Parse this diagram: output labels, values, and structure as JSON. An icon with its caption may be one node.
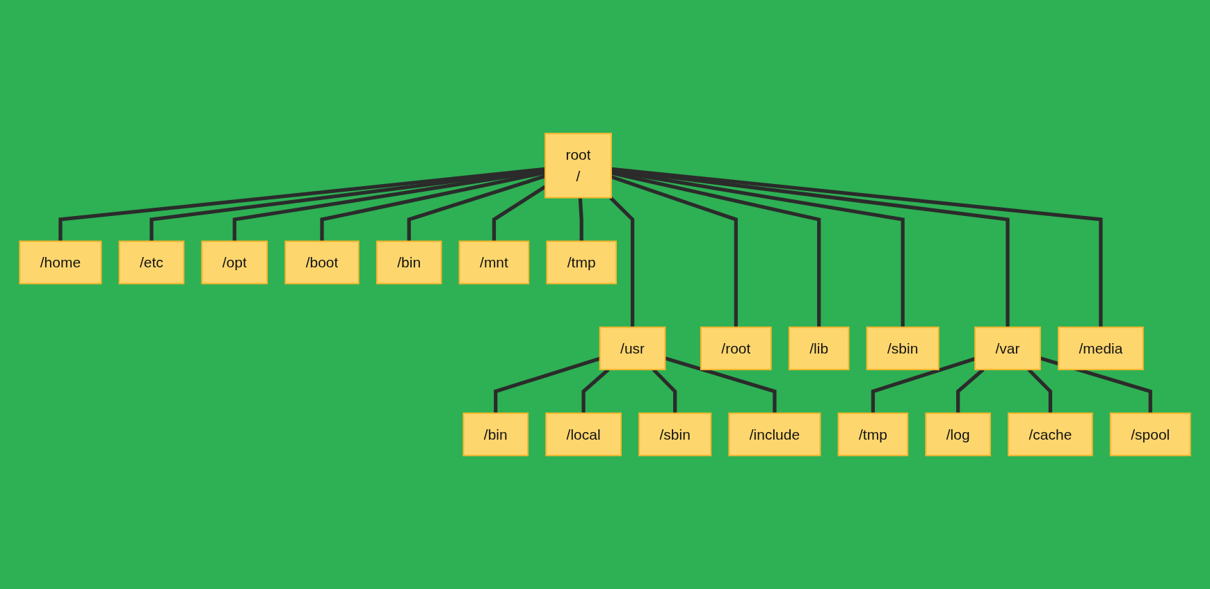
{
  "diagram": {
    "nodes": [
      {
        "text": [
          "root",
          "/"
        ]
      },
      {
        "text": [
          "/home"
        ]
      },
      {
        "text": [
          "/usr"
        ]
      },
      {
        "text": [
          "/etc"
        ]
      },
      {
        "text": [
          "/root"
        ]
      },
      {
        "text": [
          "/opt"
        ]
      },
      {
        "text": [
          "/lib"
        ]
      },
      {
        "text": [
          "/boot"
        ]
      },
      {
        "text": [
          "/sbin"
        ]
      },
      {
        "text": [
          "/bin"
        ]
      },
      {
        "text": [
          "/var"
        ]
      },
      {
        "text": [
          "/mnt"
        ]
      },
      {
        "text": [
          "/media"
        ]
      },
      {
        "text": [
          "/tmp"
        ]
      },
      {
        "text": [
          "/bin"
        ]
      },
      {
        "text": [
          "/local"
        ]
      },
      {
        "text": [
          "/sbin"
        ]
      },
      {
        "text": [
          "/include"
        ]
      },
      {
        "text": [
          "/tmp"
        ]
      },
      {
        "text": [
          "/log"
        ]
      },
      {
        "text": [
          "/cache"
        ]
      },
      {
        "text": [
          "/spool"
        ]
      }
    ],
    "edges": [
      {
        "from": 0,
        "to": 1,
        "arrow": "none"
      },
      {
        "from": 0,
        "to": 2,
        "arrow": "none"
      },
      {
        "from": 0,
        "to": 3,
        "arrow": "none"
      },
      {
        "from": 0,
        "to": 4,
        "arrow": "none"
      },
      {
        "from": 0,
        "to": 5,
        "arrow": "none"
      },
      {
        "from": 0,
        "to": 6,
        "arrow": "none"
      },
      {
        "from": 0,
        "to": 7,
        "arrow": "none"
      },
      {
        "from": 0,
        "to": 8,
        "arrow": "none"
      },
      {
        "from": 0,
        "to": 9,
        "arrow": "none"
      },
      {
        "from": 0,
        "to": 10,
        "arrow": "none"
      },
      {
        "from": 0,
        "to": 11,
        "arrow": "none"
      },
      {
        "from": 0,
        "to": 12,
        "arrow": "none"
      },
      {
        "from": 0,
        "to": 13,
        "arrow": "none"
      },
      {
        "from": 2,
        "to": 14,
        "arrow": "none"
      },
      {
        "from": 2,
        "to": 15,
        "arrow": "none"
      },
      {
        "from": 2,
        "to": 16,
        "arrow": "none"
      },
      {
        "from": 2,
        "to": 17,
        "arrow": "none"
      },
      {
        "from": 10,
        "to": 18,
        "arrow": "none"
      },
      {
        "from": 10,
        "to": 19,
        "arrow": "none"
      },
      {
        "from": 10,
        "to": 20,
        "arrow": "none"
      },
      {
        "from": 10,
        "to": 21,
        "arrow": "none"
      }
    ]
  }
}
